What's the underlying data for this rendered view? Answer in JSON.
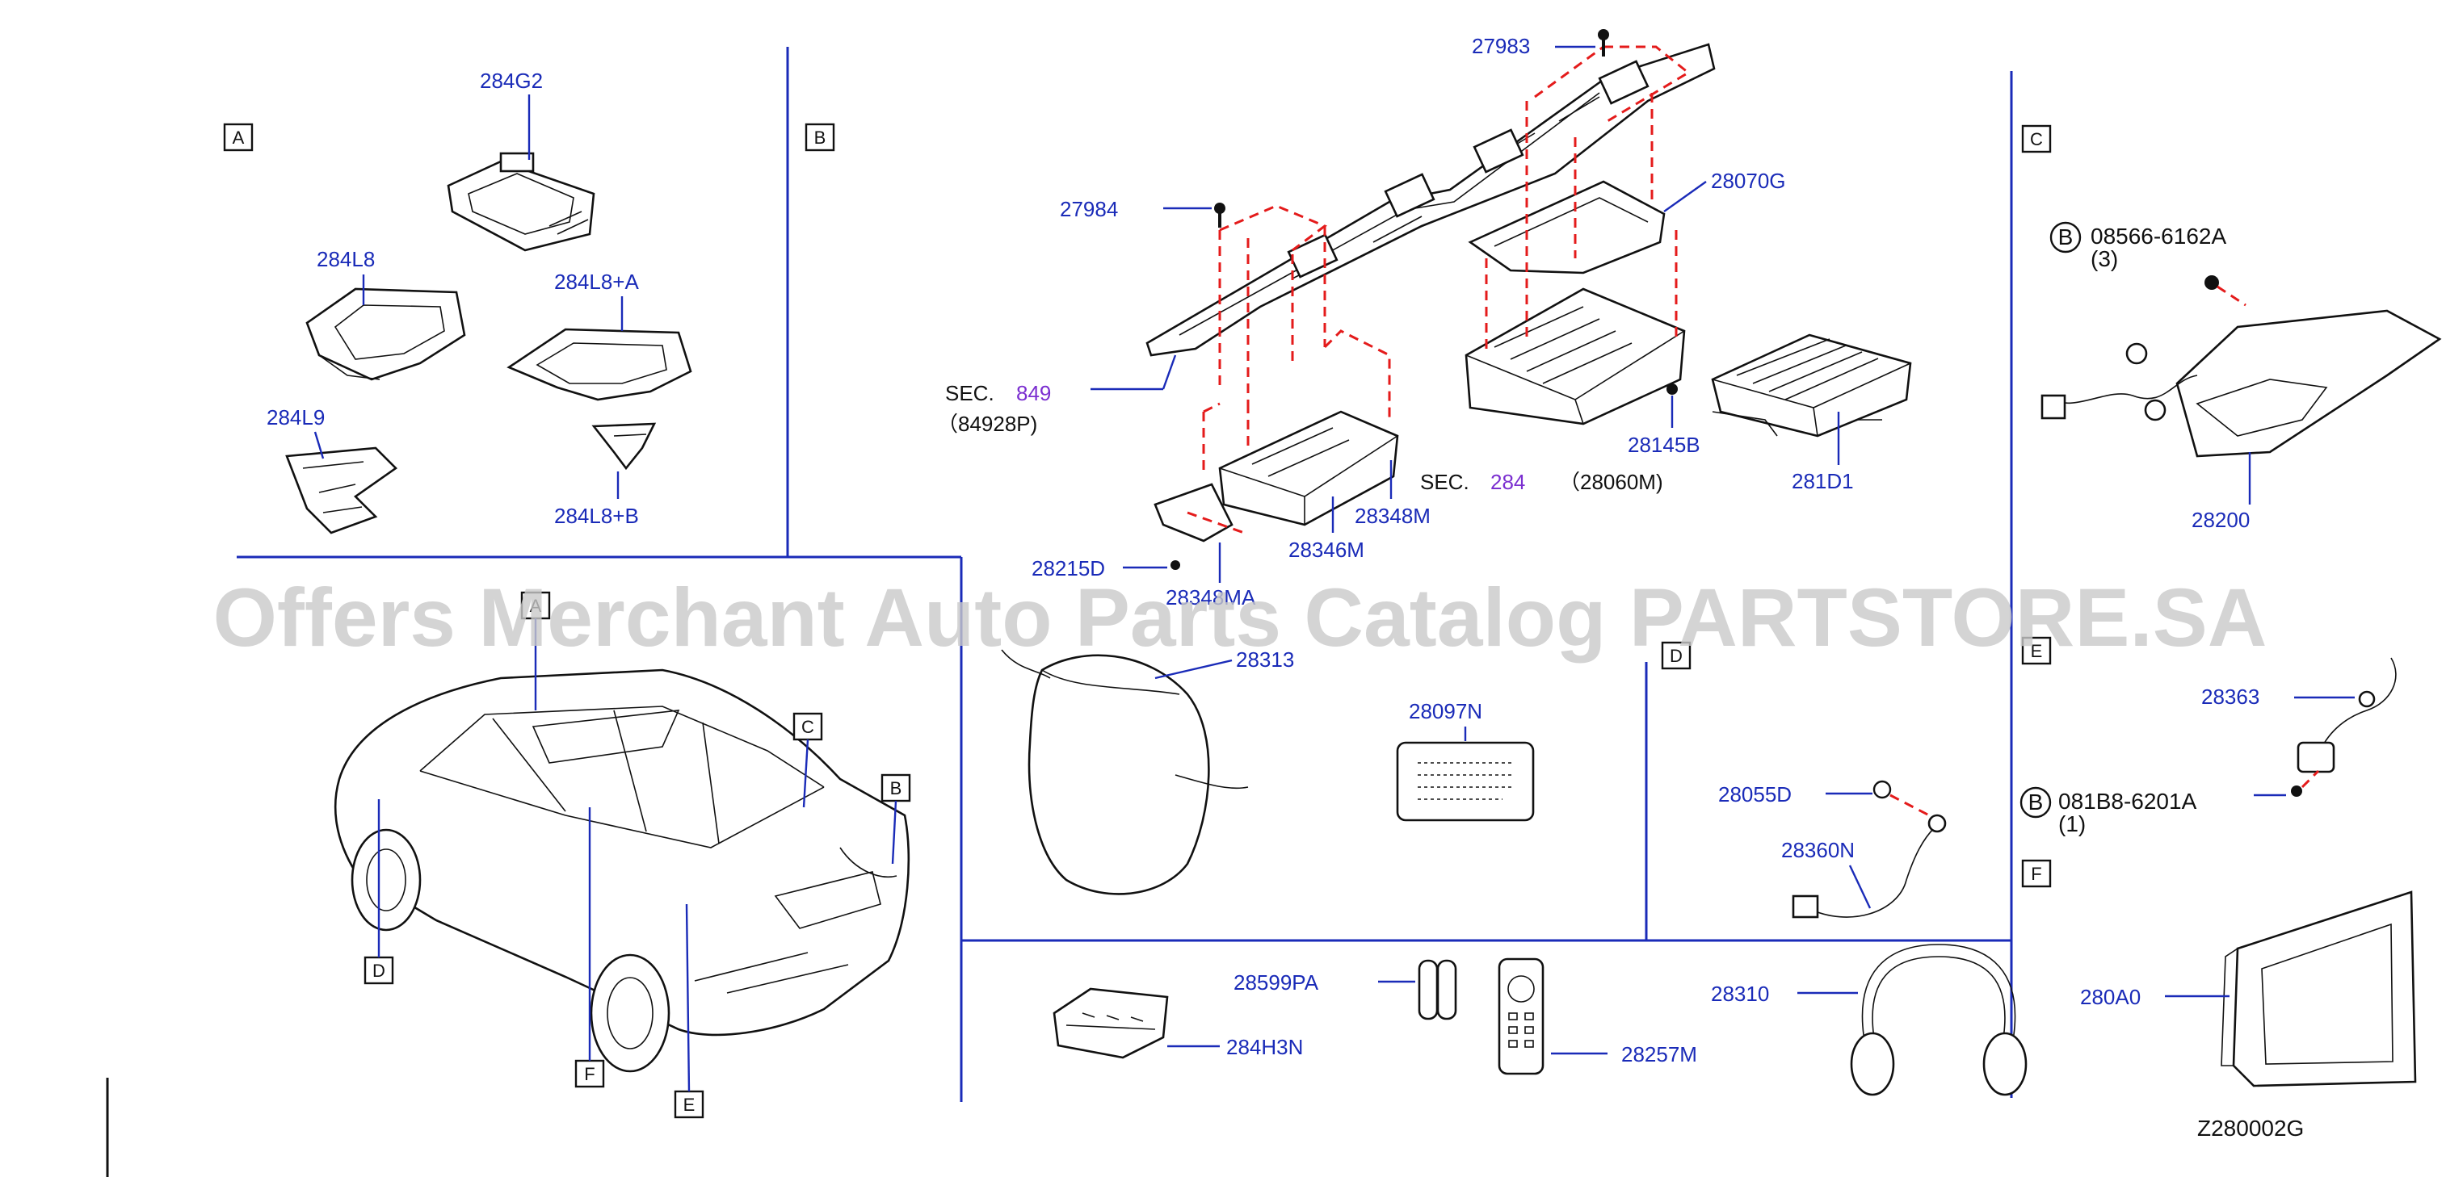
{
  "zones": [
    "A",
    "B",
    "C",
    "D",
    "E",
    "F"
  ],
  "parts": {
    "p284G2": "284G2",
    "p284L8": "284L8",
    "p284L8A": "284L8+A",
    "p284L9": "284L9",
    "p284L8B": "284L8+B",
    "p27983": "27983",
    "p27984": "27984",
    "p28070G": "28070G",
    "p28145B": "28145B",
    "p281D1": "281D1",
    "p28348M": "28348M",
    "p28346M": "28346M",
    "p28215D": "28215D",
    "p28348MA": "28348MA",
    "p28313": "28313",
    "p28097N": "28097N",
    "p28055D": "28055D",
    "p28360N": "28360N",
    "p28599PA": "28599PA",
    "p284H3N": "284H3N",
    "p28257M": "28257M",
    "p28310": "28310",
    "p28200": "28200",
    "p28363": "28363",
    "p280A0": "280A0"
  },
  "sec849": {
    "label": "SEC.",
    "num": "849",
    "ref": "（84928P)"
  },
  "sec284": {
    "label": "SEC.",
    "num": "284",
    "ref": "（28060M)"
  },
  "bolt1": {
    "badge": "B",
    "num": "08566-6162A",
    "qty": "(3)"
  },
  "bolt2": {
    "badge": "B",
    "num": "081B8-6201A",
    "qty": "(1)"
  },
  "diagram_code": "Z280002G",
  "watermark": "Offers Merchant Auto Parts Catalog PARTSTORE.SA",
  "colors": {
    "label_blue": "#1a2bb8",
    "sec_purple": "#7b2fd0",
    "dash_red": "#e41b1b"
  }
}
